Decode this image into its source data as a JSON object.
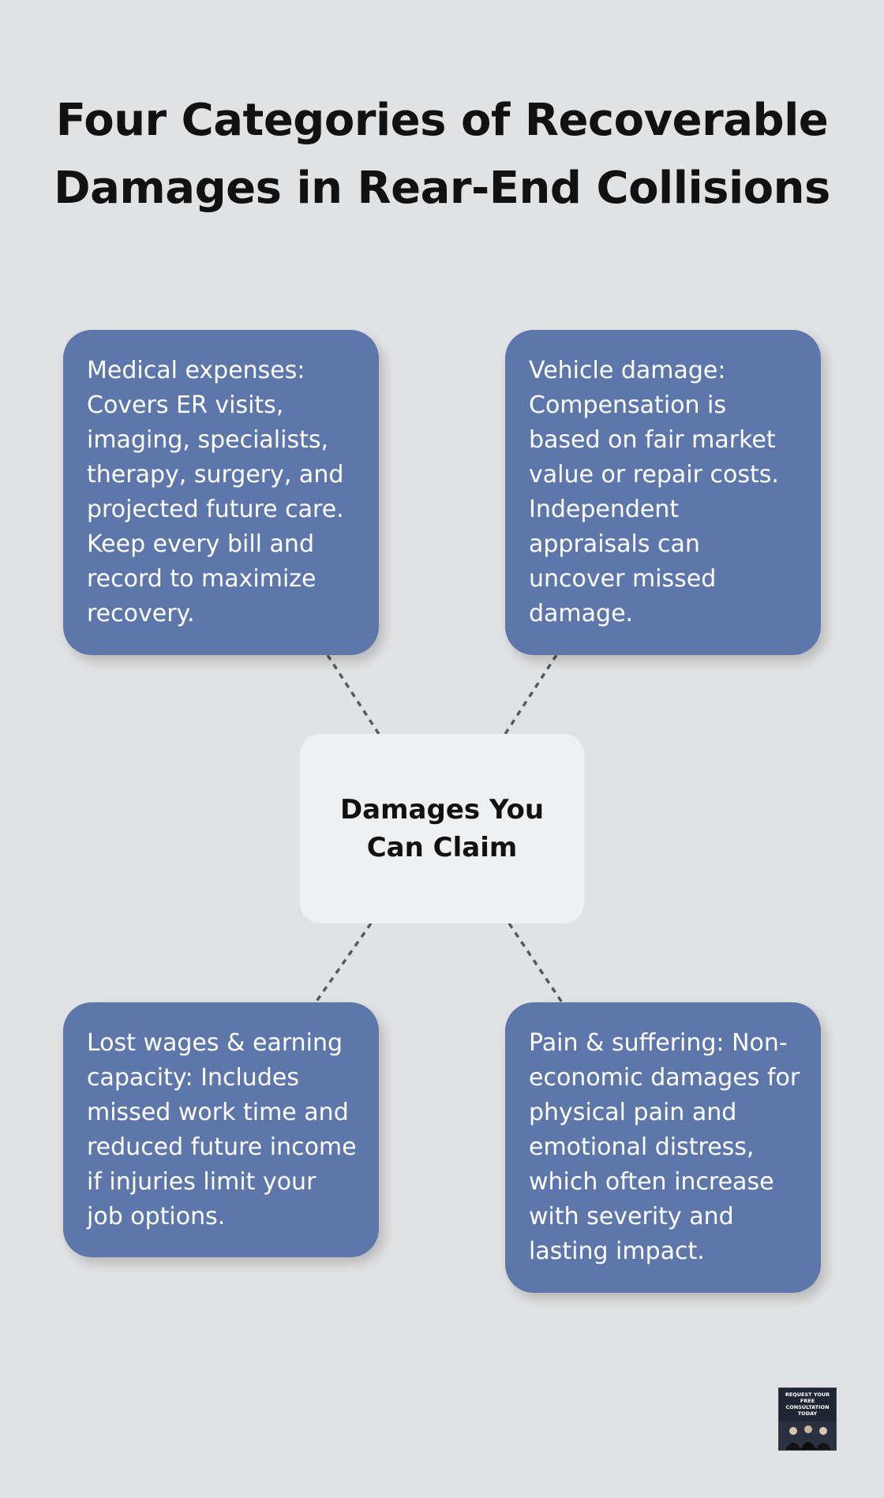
{
  "title": "Four Categories of Recoverable Damages in Rear-End Collisions",
  "center": {
    "label": "Damages You Can Claim"
  },
  "cards": {
    "medical": "Medical expenses: Covers ER visits, imaging, specialists, therapy, surgery, and projected future care. Keep every bill and record to maximize recovery.",
    "vehicle": "Vehicle damage: Compensation is based on fair market value or repair costs. Independent appraisals can uncover missed damage.",
    "wages": "Lost wages & earning capacity: Includes missed work time and reduced future income if injuries limit your job options.",
    "pain": "Pain & suffering: Non-economic damages for physical pain and emotional distress, which often increase with severity and lasting impact."
  },
  "badge": {
    "text": "REQUEST YOUR FREE CONSULTATION TODAY"
  },
  "colors": {
    "background": "#e1e2e3",
    "card": "#5e77aa",
    "center": "#eff0f2",
    "connector": "#555a62"
  }
}
